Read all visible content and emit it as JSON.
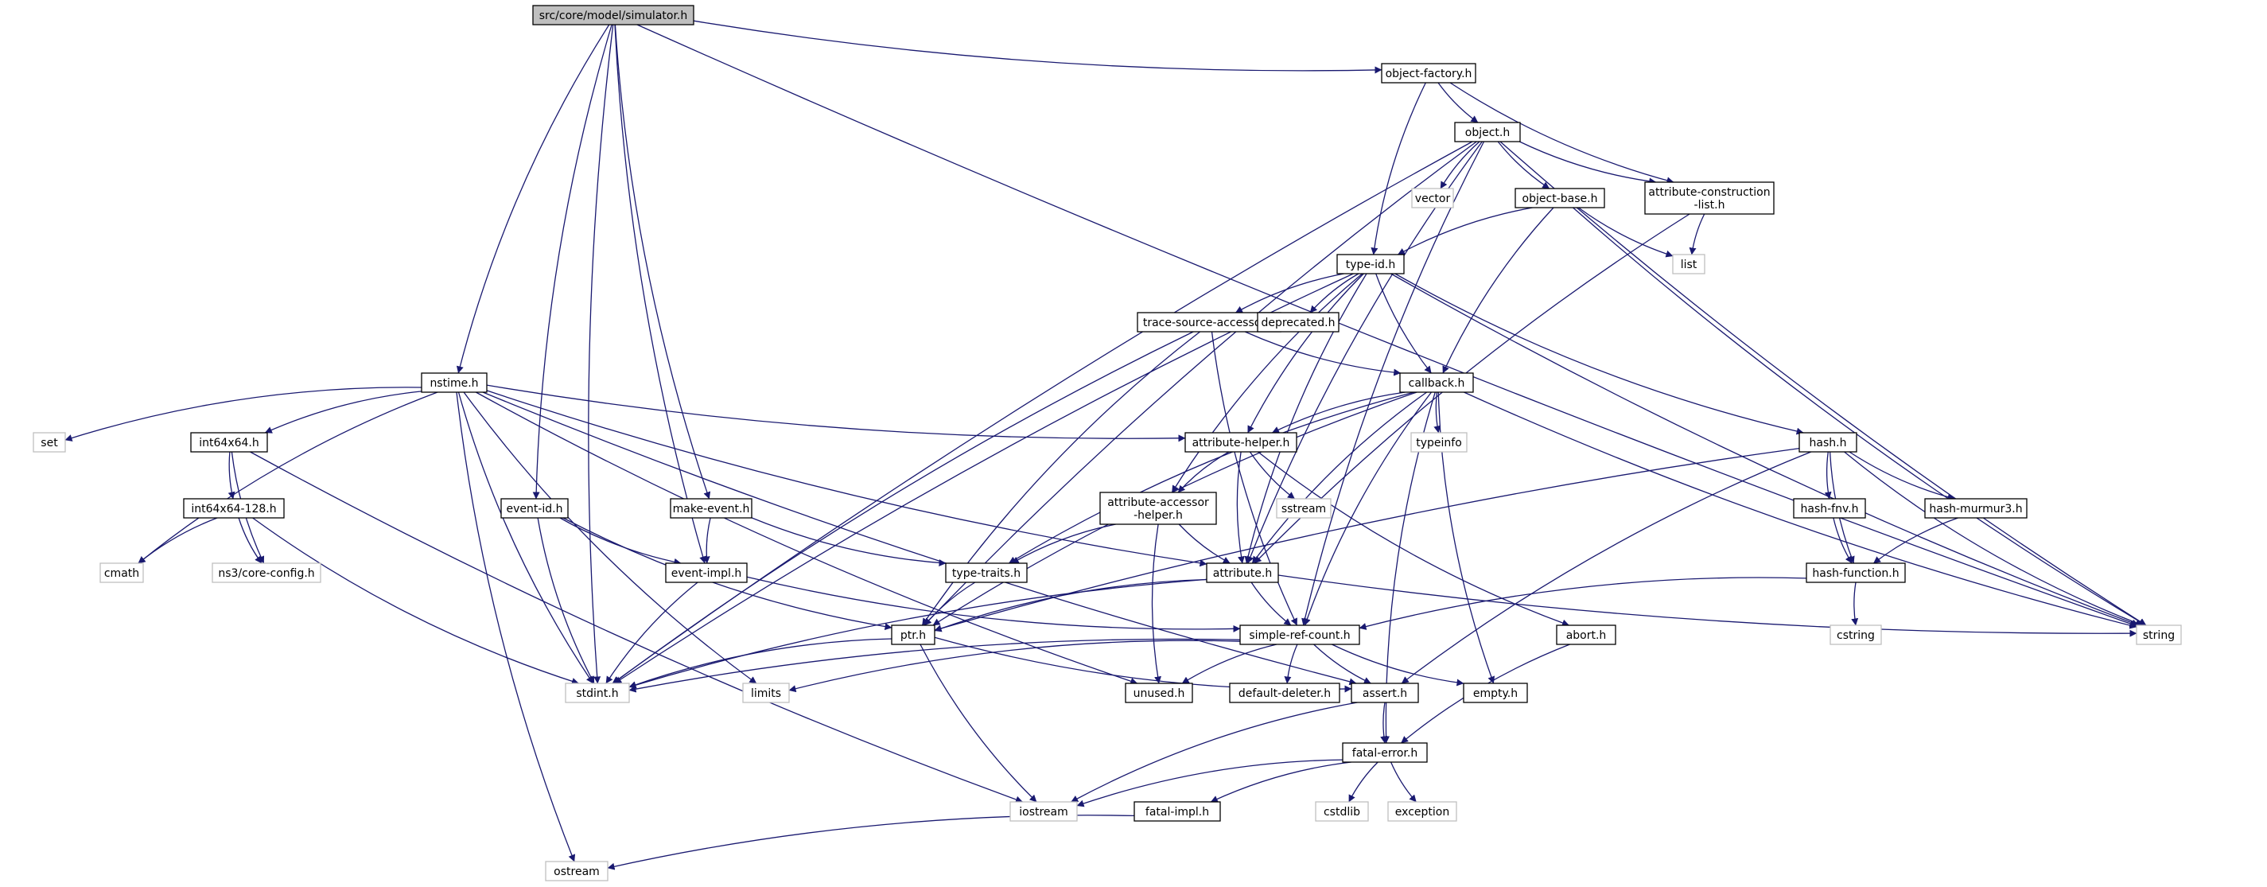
{
  "diagram": {
    "colors": {
      "edge": "#191970",
      "arrow": "#191970",
      "box_border": "#000000",
      "external_border": "#bfbfbf",
      "root_fill": "#bfbfbf",
      "node_fill": "#ffffff",
      "text": "#000000"
    },
    "nodes": [
      {
        "id": "simulator_h",
        "label": "src/core/model/simulator.h",
        "kind": "root"
      },
      {
        "id": "object_factory_h",
        "label": "object-factory.h",
        "kind": "doc"
      },
      {
        "id": "object_h",
        "label": "object.h",
        "kind": "doc"
      },
      {
        "id": "vector",
        "label": "vector",
        "kind": "external"
      },
      {
        "id": "object_base_h",
        "label": "object-base.h",
        "kind": "doc"
      },
      {
        "id": "attribute_construction_list_h",
        "label": "attribute-construction\n-list.h",
        "kind": "doc"
      },
      {
        "id": "list",
        "label": "list",
        "kind": "external"
      },
      {
        "id": "type_id_h",
        "label": "type-id.h",
        "kind": "doc"
      },
      {
        "id": "trace_source_accessor_h",
        "label": "trace-source-accessor.h",
        "kind": "doc"
      },
      {
        "id": "deprecated_h",
        "label": "deprecated.h",
        "kind": "doc"
      },
      {
        "id": "nstime_h",
        "label": "nstime.h",
        "kind": "doc"
      },
      {
        "id": "callback_h",
        "label": "callback.h",
        "kind": "doc"
      },
      {
        "id": "set",
        "label": "set",
        "kind": "external"
      },
      {
        "id": "int64x64_h",
        "label": "int64x64.h",
        "kind": "doc"
      },
      {
        "id": "attribute_helper_h",
        "label": "attribute-helper.h",
        "kind": "doc"
      },
      {
        "id": "typeinfo",
        "label": "typeinfo",
        "kind": "external"
      },
      {
        "id": "hash_h",
        "label": "hash.h",
        "kind": "doc"
      },
      {
        "id": "event_id_h",
        "label": "event-id.h",
        "kind": "doc"
      },
      {
        "id": "make_event_h",
        "label": "make-event.h",
        "kind": "doc"
      },
      {
        "id": "int64x64_128_h",
        "label": "int64x64-128.h",
        "kind": "doc"
      },
      {
        "id": "attribute_accessor_helper_h",
        "label": "attribute-accessor\n-helper.h",
        "kind": "doc"
      },
      {
        "id": "sstream",
        "label": "sstream",
        "kind": "external"
      },
      {
        "id": "hash_fnv_h",
        "label": "hash-fnv.h",
        "kind": "doc"
      },
      {
        "id": "hash_murmur3_h",
        "label": "hash-murmur3.h",
        "kind": "doc"
      },
      {
        "id": "cmath",
        "label": "cmath",
        "kind": "external"
      },
      {
        "id": "ns3_core_config_h",
        "label": "ns3/core-config.h",
        "kind": "external"
      },
      {
        "id": "event_impl_h",
        "label": "event-impl.h",
        "kind": "doc"
      },
      {
        "id": "type_traits_h",
        "label": "type-traits.h",
        "kind": "doc"
      },
      {
        "id": "attribute_h",
        "label": "attribute.h",
        "kind": "doc"
      },
      {
        "id": "hash_function_h",
        "label": "hash-function.h",
        "kind": "doc"
      },
      {
        "id": "ptr_h",
        "label": "ptr.h",
        "kind": "doc"
      },
      {
        "id": "simple_ref_count_h",
        "label": "simple-ref-count.h",
        "kind": "doc"
      },
      {
        "id": "abort_h",
        "label": "abort.h",
        "kind": "doc"
      },
      {
        "id": "cstring",
        "label": "cstring",
        "kind": "external"
      },
      {
        "id": "string",
        "label": "string",
        "kind": "external"
      },
      {
        "id": "stdint_h",
        "label": "stdint.h",
        "kind": "external"
      },
      {
        "id": "limits",
        "label": "limits",
        "kind": "external"
      },
      {
        "id": "unused_h",
        "label": "unused.h",
        "kind": "doc"
      },
      {
        "id": "default_deleter_h",
        "label": "default-deleter.h",
        "kind": "doc"
      },
      {
        "id": "assert_h",
        "label": "assert.h",
        "kind": "doc"
      },
      {
        "id": "empty_h",
        "label": "empty.h",
        "kind": "doc"
      },
      {
        "id": "fatal_error_h",
        "label": "fatal-error.h",
        "kind": "doc"
      },
      {
        "id": "iostream",
        "label": "iostream",
        "kind": "external"
      },
      {
        "id": "cstdlib",
        "label": "cstdlib",
        "kind": "external"
      },
      {
        "id": "exception",
        "label": "exception",
        "kind": "external"
      },
      {
        "id": "fatal_impl_h",
        "label": "fatal-impl.h",
        "kind": "doc"
      },
      {
        "id": "ostream",
        "label": "ostream",
        "kind": "external"
      }
    ],
    "edges": [
      [
        "simulator_h",
        "object_factory_h"
      ],
      [
        "simulator_h",
        "string"
      ],
      [
        "simulator_h",
        "stdint_h"
      ],
      [
        "simulator_h",
        "nstime_h"
      ],
      [
        "simulator_h",
        "event_id_h"
      ],
      [
        "simulator_h",
        "event_impl_h"
      ],
      [
        "simulator_h",
        "make_event_h"
      ],
      [
        "object_factory_h",
        "object_h"
      ],
      [
        "object_factory_h",
        "attribute_construction_list_h"
      ],
      [
        "object_factory_h",
        "type_id_h"
      ],
      [
        "object_h",
        "vector"
      ],
      [
        "object_h",
        "object_base_h"
      ],
      [
        "object_h",
        "attribute_construction_list_h"
      ],
      [
        "object_h",
        "string"
      ],
      [
        "object_h",
        "simple_ref_count_h"
      ],
      [
        "object_h",
        "attribute_h"
      ],
      [
        "object_h",
        "ptr_h"
      ],
      [
        "object_h",
        "stdint_h"
      ],
      [
        "object_base_h",
        "list"
      ],
      [
        "object_base_h",
        "string"
      ],
      [
        "object_base_h",
        "type_id_h"
      ],
      [
        "object_base_h",
        "callback_h"
      ],
      [
        "attribute_construction_list_h",
        "list"
      ],
      [
        "attribute_construction_list_h",
        "attribute_h"
      ],
      [
        "type_id_h",
        "trace_source_accessor_h"
      ],
      [
        "type_id_h",
        "deprecated_h"
      ],
      [
        "type_id_h",
        "callback_h"
      ],
      [
        "type_id_h",
        "hash_h"
      ],
      [
        "type_id_h",
        "string"
      ],
      [
        "type_id_h",
        "attribute_helper_h"
      ],
      [
        "type_id_h",
        "attribute_accessor_helper_h"
      ],
      [
        "type_id_h",
        "attribute_h"
      ],
      [
        "type_id_h",
        "stdint_h"
      ],
      [
        "trace_source_accessor_h",
        "callback_h"
      ],
      [
        "trace_source_accessor_h",
        "stdint_h"
      ],
      [
        "trace_source_accessor_h",
        "ptr_h"
      ],
      [
        "trace_source_accessor_h",
        "simple_ref_count_h"
      ],
      [
        "callback_h",
        "attribute_helper_h"
      ],
      [
        "callback_h",
        "typeinfo"
      ],
      [
        "callback_h",
        "type_traits_h"
      ],
      [
        "callback_h",
        "attribute_h"
      ],
      [
        "callback_h",
        "ptr_h"
      ],
      [
        "callback_h",
        "simple_ref_count_h"
      ],
      [
        "callback_h",
        "string"
      ],
      [
        "callback_h",
        "fatal_error_h"
      ],
      [
        "callback_h",
        "empty_h"
      ],
      [
        "nstime_h",
        "set"
      ],
      [
        "nstime_h",
        "int64x64_h"
      ],
      [
        "nstime_h",
        "attribute_helper_h"
      ],
      [
        "nstime_h",
        "cmath"
      ],
      [
        "nstime_h",
        "stdint_h"
      ],
      [
        "nstime_h",
        "limits"
      ],
      [
        "nstime_h",
        "unused_h"
      ],
      [
        "nstime_h",
        "attribute_h"
      ],
      [
        "nstime_h",
        "assert_h"
      ],
      [
        "nstime_h",
        "ostream"
      ],
      [
        "int64x64_h",
        "int64x64_128_h"
      ],
      [
        "int64x64_h",
        "ns3_core_config_h"
      ],
      [
        "int64x64_h",
        "iostream"
      ],
      [
        "int64x64_128_h",
        "cmath"
      ],
      [
        "int64x64_128_h",
        "ns3_core_config_h"
      ],
      [
        "int64x64_128_h",
        "stdint_h"
      ],
      [
        "attribute_helper_h",
        "attribute_accessor_helper_h"
      ],
      [
        "attribute_helper_h",
        "sstream"
      ],
      [
        "attribute_helper_h",
        "attribute_h"
      ],
      [
        "attribute_helper_h",
        "abort_h"
      ],
      [
        "attribute_accessor_helper_h",
        "type_traits_h"
      ],
      [
        "attribute_accessor_helper_h",
        "attribute_h"
      ],
      [
        "attribute_accessor_helper_h",
        "unused_h"
      ],
      [
        "hash_h",
        "hash_fnv_h"
      ],
      [
        "hash_h",
        "hash_murmur3_h"
      ],
      [
        "hash_h",
        "hash_function_h"
      ],
      [
        "hash_h",
        "string"
      ],
      [
        "hash_h",
        "ptr_h"
      ],
      [
        "hash_h",
        "assert_h"
      ],
      [
        "hash_fnv_h",
        "hash_function_h"
      ],
      [
        "hash_murmur3_h",
        "hash_function_h"
      ],
      [
        "hash_function_h",
        "cstring"
      ],
      [
        "hash_function_h",
        "simple_ref_count_h"
      ],
      [
        "event_id_h",
        "event_impl_h"
      ],
      [
        "event_id_h",
        "ptr_h"
      ],
      [
        "event_id_h",
        "stdint_h"
      ],
      [
        "make_event_h",
        "event_impl_h"
      ],
      [
        "make_event_h",
        "type_traits_h"
      ],
      [
        "event_impl_h",
        "simple_ref_count_h"
      ],
      [
        "event_impl_h",
        "stdint_h"
      ],
      [
        "type_traits_h",
        "ptr_h"
      ],
      [
        "attribute_h",
        "ptr_h"
      ],
      [
        "attribute_h",
        "simple_ref_count_h"
      ],
      [
        "attribute_h",
        "string"
      ],
      [
        "attribute_h",
        "stdint_h"
      ],
      [
        "ptr_h",
        "iostream"
      ],
      [
        "ptr_h",
        "stdint_h"
      ],
      [
        "ptr_h",
        "assert_h"
      ],
      [
        "simple_ref_count_h",
        "stdint_h"
      ],
      [
        "simple_ref_count_h",
        "limits"
      ],
      [
        "simple_ref_count_h",
        "unused_h"
      ],
      [
        "simple_ref_count_h",
        "default_deleter_h"
      ],
      [
        "simple_ref_count_h",
        "assert_h"
      ],
      [
        "simple_ref_count_h",
        "empty_h"
      ],
      [
        "abort_h",
        "fatal_error_h"
      ],
      [
        "assert_h",
        "fatal_error_h"
      ],
      [
        "assert_h",
        "iostream"
      ],
      [
        "fatal_error_h",
        "iostream"
      ],
      [
        "fatal_error_h",
        "cstdlib"
      ],
      [
        "fatal_error_h",
        "exception"
      ],
      [
        "fatal_error_h",
        "fatal_impl_h"
      ],
      [
        "fatal_impl_h",
        "ostream"
      ]
    ]
  }
}
